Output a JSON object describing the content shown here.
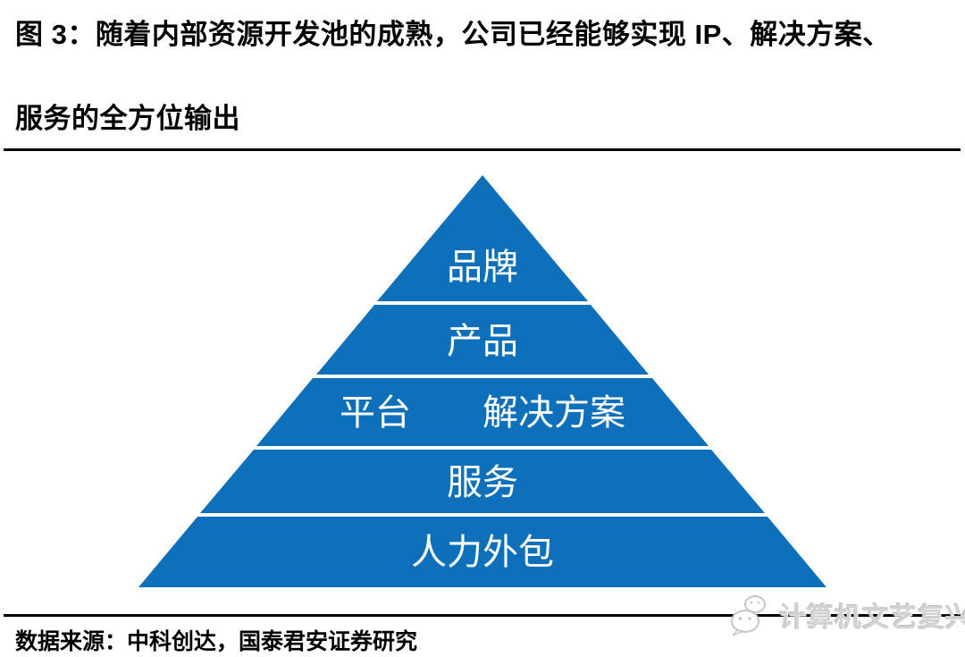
{
  "meta": {
    "background": "#ffffff",
    "divider_color": "#000000",
    "title_color": "#000000",
    "watermark_color": "#d2d2d2"
  },
  "title": {
    "line1": "图 3：随着内部资源开发池的成熟，公司已经能够实现 IP、解决方案、",
    "line2": "服务的全方位输出"
  },
  "chart_data": {
    "type": "pyramid",
    "accent_color": "#0E70BA",
    "label_color": "#ffffff",
    "layers": [
      {
        "label": "品牌"
      },
      {
        "label": "产品"
      },
      {
        "label": "平台　　解决方案"
      },
      {
        "label": "服务"
      },
      {
        "label": "人力外包"
      }
    ]
  },
  "footer": {
    "source": "数据来源：中科创达，国泰君安证券研究"
  },
  "watermark": {
    "text": "计算机文艺复兴",
    "icon": "wechat-icon"
  }
}
